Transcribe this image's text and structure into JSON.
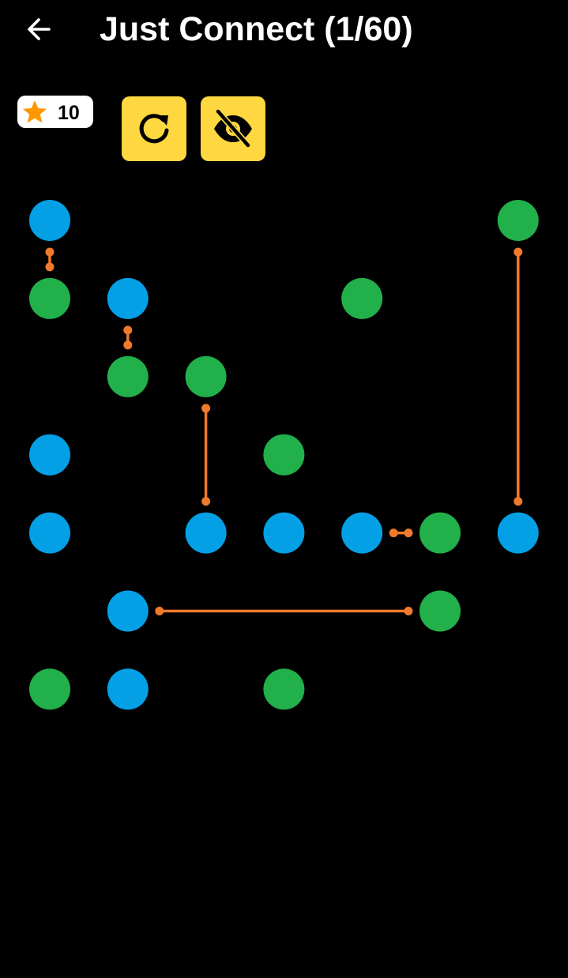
{
  "header": {
    "back_icon": "arrow-left-icon",
    "title": "Just Connect (1/60)"
  },
  "toolbar": {
    "stars": "10",
    "star_icon": "star-icon",
    "restart_icon": "restart-icon",
    "hide_icon": "eye-off-icon",
    "button_color": "#FFD740",
    "star_color": "#FF9800"
  },
  "colors": {
    "blue": "#03A0E6",
    "green": "#22B04B",
    "link": "#F07A2C",
    "background": "#000000"
  },
  "board": {
    "cols": 7,
    "rows": 7,
    "nodes": [
      {
        "col": 0,
        "row": 0,
        "color": "blue"
      },
      {
        "col": 6,
        "row": 0,
        "color": "green"
      },
      {
        "col": 0,
        "row": 1,
        "color": "green"
      },
      {
        "col": 1,
        "row": 1,
        "color": "blue"
      },
      {
        "col": 4,
        "row": 1,
        "color": "green"
      },
      {
        "col": 1,
        "row": 2,
        "color": "green"
      },
      {
        "col": 2,
        "row": 2,
        "color": "green"
      },
      {
        "col": 0,
        "row": 3,
        "color": "blue"
      },
      {
        "col": 3,
        "row": 3,
        "color": "green"
      },
      {
        "col": 0,
        "row": 4,
        "color": "blue"
      },
      {
        "col": 2,
        "row": 4,
        "color": "blue"
      },
      {
        "col": 3,
        "row": 4,
        "color": "blue"
      },
      {
        "col": 4,
        "row": 4,
        "color": "blue"
      },
      {
        "col": 5,
        "row": 4,
        "color": "green"
      },
      {
        "col": 6,
        "row": 4,
        "color": "blue"
      },
      {
        "col": 1,
        "row": 5,
        "color": "blue"
      },
      {
        "col": 5,
        "row": 5,
        "color": "green"
      },
      {
        "col": 0,
        "row": 6,
        "color": "green"
      },
      {
        "col": 1,
        "row": 6,
        "color": "blue"
      },
      {
        "col": 3,
        "row": 6,
        "color": "green"
      }
    ],
    "links": [
      {
        "from": [
          0,
          0
        ],
        "to": [
          0,
          1
        ]
      },
      {
        "from": [
          1,
          1
        ],
        "to": [
          1,
          2
        ]
      },
      {
        "from": [
          2,
          2
        ],
        "to": [
          2,
          4
        ]
      },
      {
        "from": [
          6,
          0
        ],
        "to": [
          6,
          4
        ]
      },
      {
        "from": [
          4,
          4
        ],
        "to": [
          5,
          4
        ]
      },
      {
        "from": [
          1,
          5
        ],
        "to": [
          5,
          5
        ]
      }
    ]
  }
}
